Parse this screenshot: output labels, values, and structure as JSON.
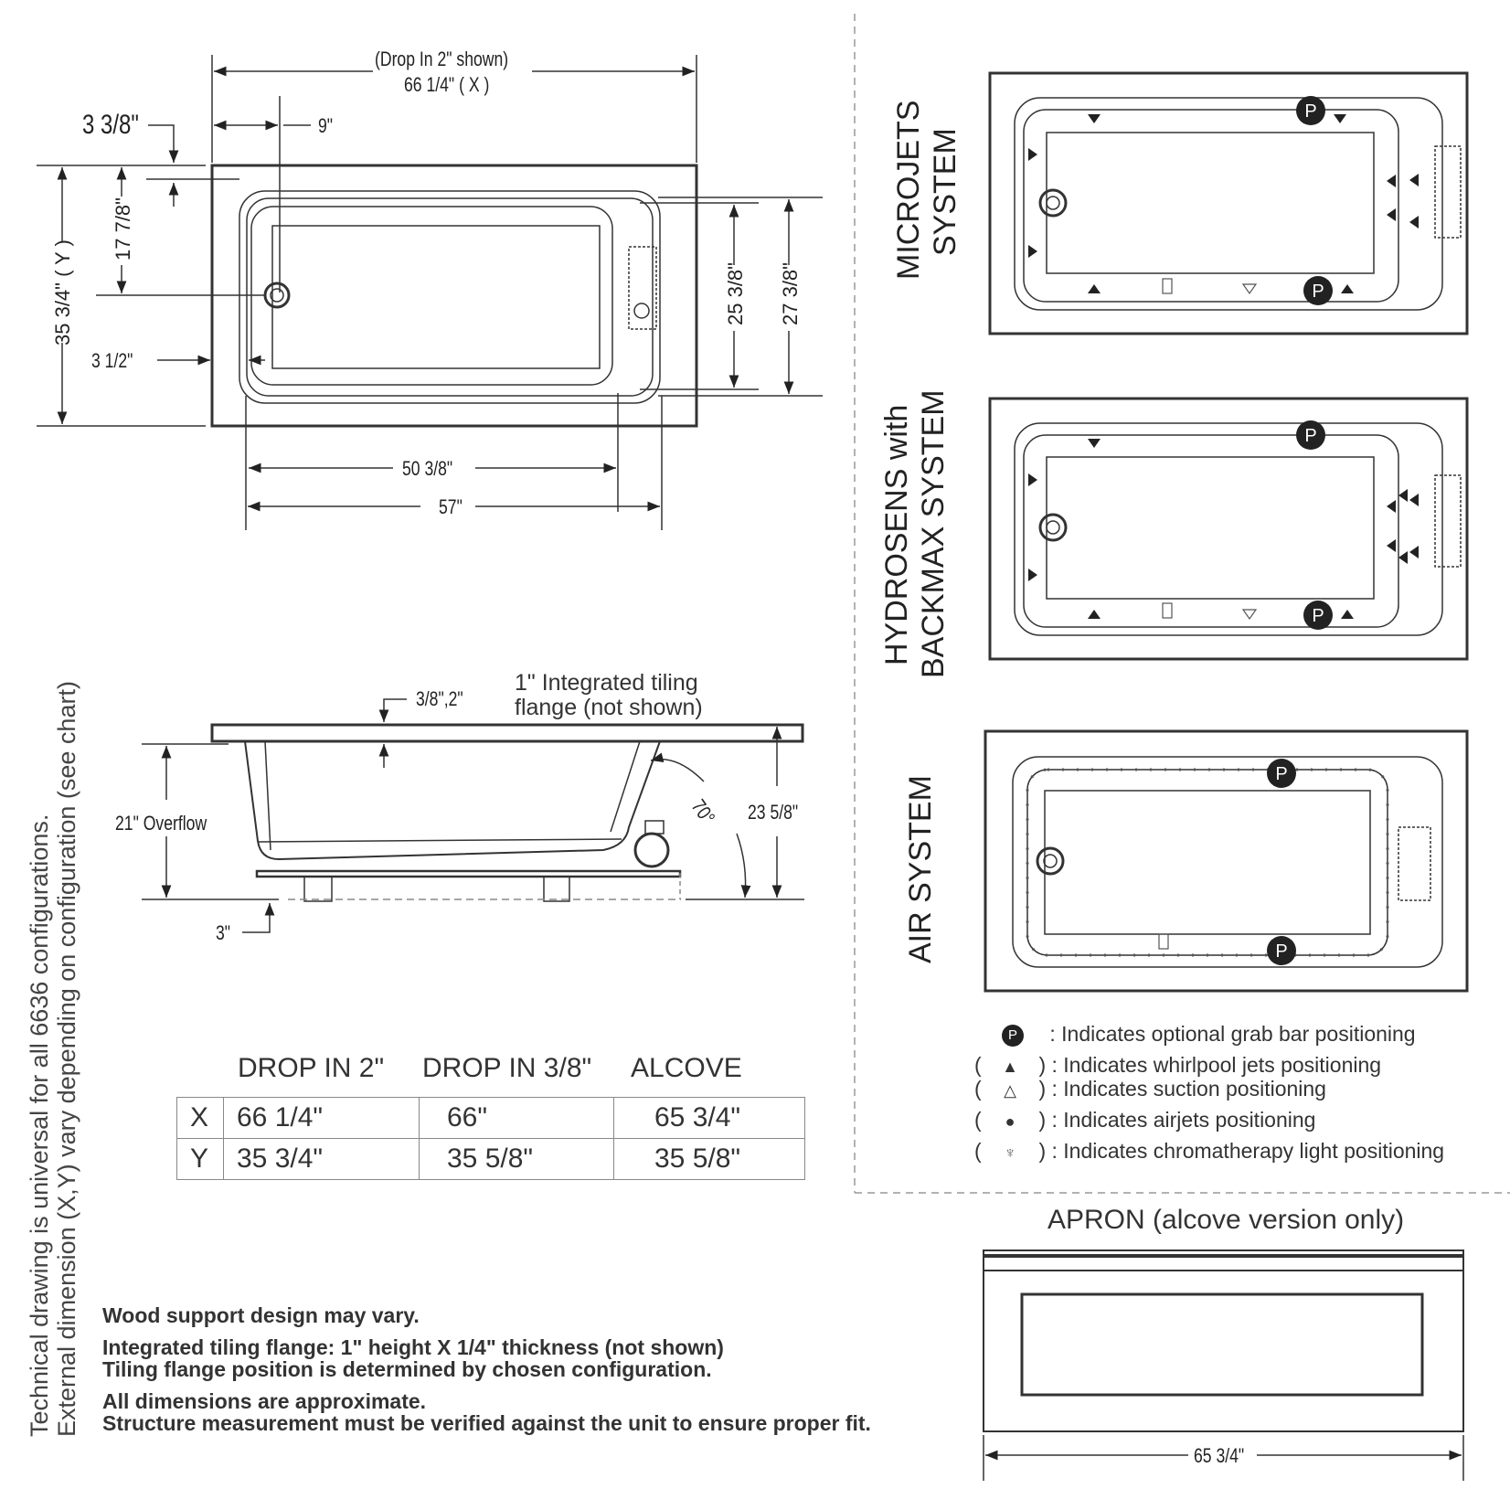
{
  "plan_view": {
    "caption": "(Drop In 2\" shown)",
    "overall_length": "66 1/4\" ( X )",
    "drain_offset_x": "9\"",
    "top_offset": "3 3/8\"",
    "drain_offset_y": "17 7/8\"",
    "overall_width": "35 3/4\" ( Y )",
    "side_offset": "3 1/2\"",
    "inner_width": "25 3/8\"",
    "outer_width": "27 3/8\"",
    "inner_length": "50 3/8\"",
    "outer_length": "57\""
  },
  "side_view": {
    "flange_note": "3/8\",2\"",
    "tiling_note_line1": "1\" Integrated tiling",
    "tiling_note_line2": "flange (not shown)",
    "overflow": "21\" Overflow",
    "angle": "70°",
    "total_height": "23 5/8\"",
    "base_offset": "3\""
  },
  "config_table": {
    "headers": [
      "DROP IN 2\"",
      "DROP IN 3/8\"",
      "ALCOVE"
    ],
    "rows": [
      {
        "label": "X",
        "values": [
          "66 1/4\"",
          "66\"",
          "65 3/4\""
        ]
      },
      {
        "label": "Y",
        "values": [
          "35 3/4\"",
          "35 5/8\"",
          "35 5/8\""
        ]
      }
    ]
  },
  "side_note": {
    "line1": "Technical drawing is universal for all 6636 configurations.",
    "line2": "External dimension (X,Y) vary depending on configuration (see chart)"
  },
  "notes": [
    "Wood support design may vary.",
    "Integrated tiling flange: 1\" height X 1/4\" thickness (not shown)",
    "Tiling flange position is determined by chosen configuration.",
    "All dimensions are approximate.",
    "Structure measurement must be verified against the unit to ensure proper fit."
  ],
  "systems": [
    {
      "title_line1": "MICROJETS",
      "title_line2": "SYSTEM"
    },
    {
      "title_line1": "HYDROSENS with",
      "title_line2": "BACKMAX SYSTEM"
    },
    {
      "title_line1": "AIR SYSTEM",
      "title_line2": ""
    }
  ],
  "legend": [
    {
      "symbol": "P",
      "open": "",
      "close": "",
      "text": ": Indicates optional grab bar positioning"
    },
    {
      "symbol": "▲",
      "open": "(",
      "close": ")",
      "text": ": Indicates whirlpool jets positioning"
    },
    {
      "symbol": "△",
      "open": "(",
      "close": ")",
      "text": ": Indicates suction positioning"
    },
    {
      "symbol": "●",
      "open": "(",
      "close": ")",
      "text": ": Indicates airjets positioning"
    },
    {
      "symbol": "♆",
      "open": "(",
      "close": ")",
      "text": ": Indicates chromatherapy light positioning"
    }
  ],
  "apron": {
    "title": "APRON (alcove version only)",
    "length": "65 3/4\""
  }
}
